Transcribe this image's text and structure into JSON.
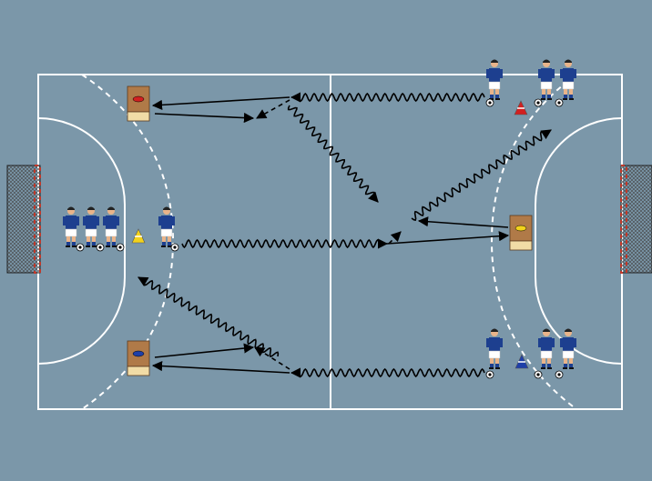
{
  "pitch": {
    "background": "#7b97a9",
    "line_color": "#ffffff",
    "kit_shirt": "#1d3f8f",
    "kit_shorts": "#ffffff",
    "skin": "#e9b48a",
    "box_color": "#b07a48",
    "box_base": "#f1dca6",
    "arrow_color": "#000000"
  },
  "players": [
    {
      "name": "left-queue-player-1",
      "team": "blue"
    },
    {
      "name": "left-queue-player-2",
      "team": "blue"
    },
    {
      "name": "left-queue-player-3",
      "team": "blue"
    },
    {
      "name": "left-dribbler",
      "team": "blue"
    },
    {
      "name": "top-right-dribbler",
      "team": "blue"
    },
    {
      "name": "top-right-queue-player-1",
      "team": "blue"
    },
    {
      "name": "top-right-queue-player-2",
      "team": "blue"
    },
    {
      "name": "bottom-right-dribbler",
      "team": "blue"
    },
    {
      "name": "bottom-right-queue-player-1",
      "team": "blue"
    },
    {
      "name": "bottom-right-queue-player-2",
      "team": "blue"
    }
  ],
  "cones": [
    {
      "name": "yellow-cone",
      "color": "#f2d21c"
    },
    {
      "name": "red-cone",
      "color": "#d22020"
    },
    {
      "name": "blue-cone",
      "color": "#1f3fa8"
    }
  ],
  "rebound_boxes": [
    {
      "name": "top-left-box",
      "marker_color": "#d22020"
    },
    {
      "name": "bottom-left-box",
      "marker_color": "#1f3fa8"
    },
    {
      "name": "right-box",
      "marker_color": "#f2d21c"
    }
  ]
}
